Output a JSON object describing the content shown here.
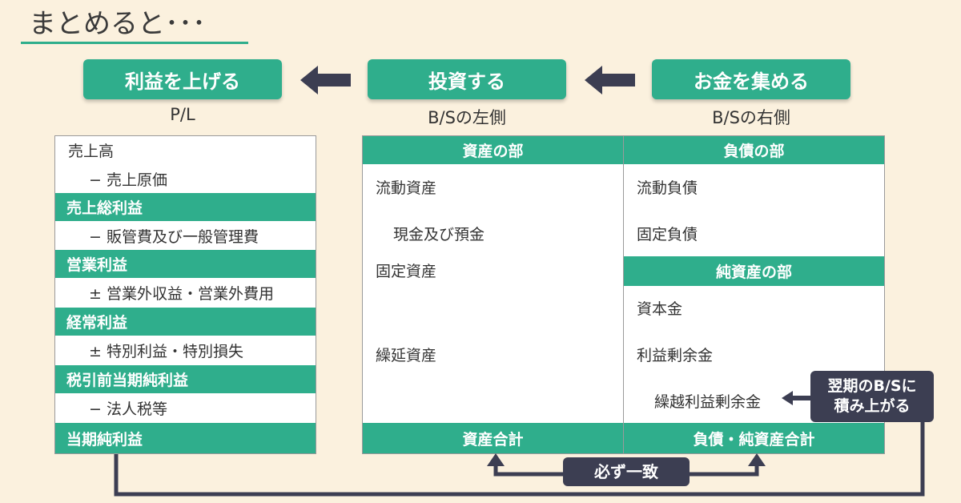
{
  "page": {
    "title": "まとめると･･･"
  },
  "steps": [
    {
      "label": "利益を上げる",
      "caption": "P/L"
    },
    {
      "label": "投資する",
      "caption": "B/Sの左側"
    },
    {
      "label": "お金を集める",
      "caption": "B/Sの右側"
    }
  ],
  "pl": {
    "rows": [
      {
        "text": "売上高",
        "style": "plain"
      },
      {
        "text": "− 売上原価",
        "style": "indent"
      },
      {
        "text": "売上総利益",
        "style": "highlight"
      },
      {
        "text": "− 販管費及び一般管理費",
        "style": "indent"
      },
      {
        "text": "営業利益",
        "style": "highlight"
      },
      {
        "text": "± 営業外収益・営業外費用",
        "style": "indent"
      },
      {
        "text": "経常利益",
        "style": "highlight"
      },
      {
        "text": "± 特別利益・特別損失",
        "style": "indent"
      },
      {
        "text": "税引前当期純利益",
        "style": "highlight"
      },
      {
        "text": "− 法人税等",
        "style": "indent"
      },
      {
        "text": "当期純利益",
        "style": "highlight"
      }
    ]
  },
  "bs": {
    "left_header": "資産の部",
    "right_header": "負債の部",
    "equity_header": "純資産の部",
    "left_items": [
      "流動資産",
      "現金及び預金",
      "固定資産",
      "繰延資産"
    ],
    "right_items": [
      "流動負債",
      "固定負債"
    ],
    "equity_items": [
      "資本金",
      "利益剰余金",
      "繰越利益剰余金"
    ],
    "left_total": "資産合計",
    "right_total": "負債・純資産合計"
  },
  "callouts": {
    "next_period_line1": "翌期のB/Sに",
    "next_period_line2": "積み上がる",
    "match": "必ず一致"
  },
  "colors": {
    "accent": "#2fae8c",
    "dark": "#3c3e52",
    "background": "#fbf1de"
  }
}
